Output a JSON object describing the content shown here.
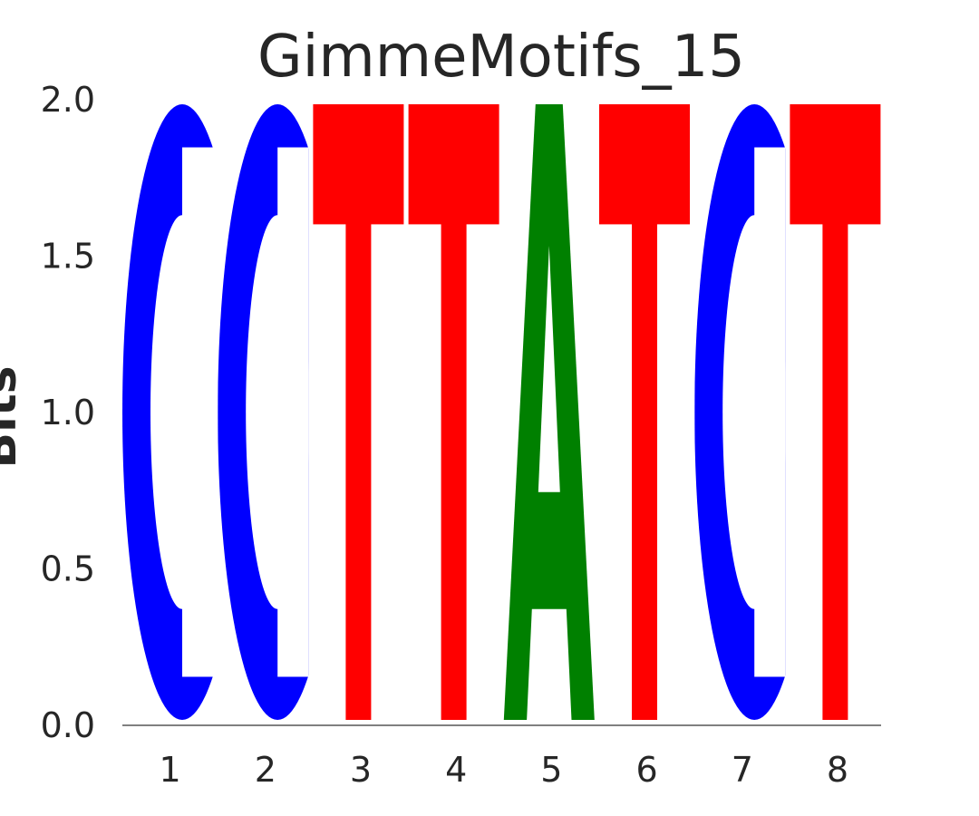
{
  "chart_data": {
    "type": "sequence-logo",
    "title": "GimmeMotifs_15",
    "xlabel": "",
    "ylabel": "Bits",
    "ylim": [
      0,
      2.0
    ],
    "yticks": [
      "0.0",
      "0.5",
      "1.0",
      "1.5",
      "2.0"
    ],
    "yticks_values": [
      0,
      0.5,
      1.0,
      1.5,
      2.0
    ],
    "positions": [
      "1",
      "2",
      "3",
      "4",
      "5",
      "6",
      "7",
      "8"
    ],
    "letters": [
      {
        "position": 1,
        "letter": "C",
        "bits": 2.0
      },
      {
        "position": 2,
        "letter": "C",
        "bits": 2.0
      },
      {
        "position": 3,
        "letter": "T",
        "bits": 2.0
      },
      {
        "position": 4,
        "letter": "T",
        "bits": 2.0
      },
      {
        "position": 5,
        "letter": "A",
        "bits": 2.0
      },
      {
        "position": 6,
        "letter": "T",
        "bits": 2.0
      },
      {
        "position": 7,
        "letter": "C",
        "bits": 2.0
      },
      {
        "position": 8,
        "letter": "T",
        "bits": 2.0
      }
    ],
    "colors": {
      "A": "#008000",
      "C": "#0000ff",
      "G": "#ffa500",
      "T": "#ff0000"
    },
    "grid": false
  }
}
